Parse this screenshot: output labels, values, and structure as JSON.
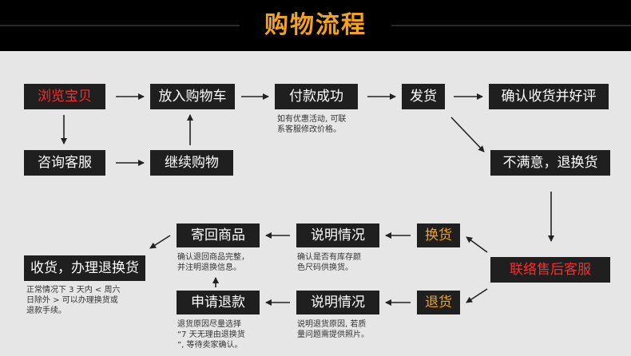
{
  "title": "购物流程",
  "boxes": {
    "browse": "浏览宝贝",
    "add_to_cart": "放入购物车",
    "payment_success": "付款成功",
    "ship": "发货",
    "confirm_review": "确认收货并好评",
    "consult_service": "咨询客服",
    "continue_shopping": "继续购物",
    "unsatisfied_return": "不满意，退换货",
    "contact_aftersales": "联络售后客服",
    "exchange": "换货",
    "refund": "退货",
    "explain_exchange": "说明情况",
    "explain_refund": "说明情况",
    "send_back": "寄回商品",
    "apply_refund": "申请退款",
    "receive_return": "收货，办理退换货"
  },
  "notes": {
    "payment": [
      "如有优惠活动, 可联",
      "系客服修改价格。"
    ],
    "exchange": [
      "确认是否有库存颜",
      "色尺码供换货。"
    ],
    "send_back": [
      "确认退回商品完整，",
      "并注明退换信息。"
    ],
    "refund": [
      "说明退货原因, 若质",
      "量问题需提供照片。"
    ],
    "apply_refund": [
      "退货原因尽量选择",
      "“7 天无理由退换货",
      "”, 等待卖家确认。"
    ],
    "receive_return": [
      "正常情况下 3 天内 < 周六",
      "日除外 > 可以办理换货或",
      "退款手续。"
    ]
  },
  "colors": {
    "header_bg": "#000000",
    "title": "#f3a21c",
    "box_bg": "#1f1f1f",
    "highlight_red": "#ff2a2a",
    "highlight_orange": "#f3a21c",
    "arrow": "#222222",
    "background": "#e6e6e6"
  }
}
